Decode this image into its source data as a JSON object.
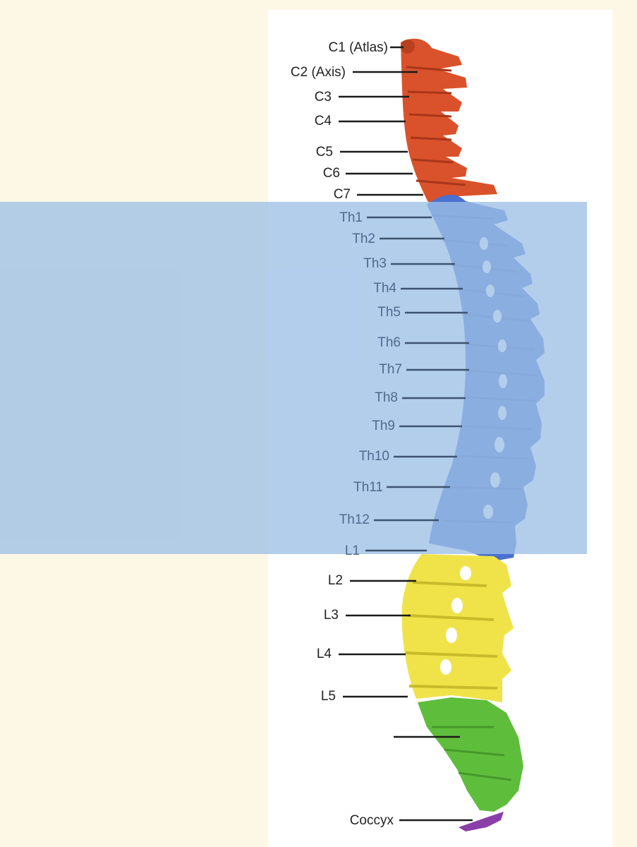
{
  "colors": {
    "background": "#fdf8e6",
    "panel": "#ffffff",
    "highlight_band": "#9dc0e6",
    "cervical": "#d9522b",
    "thoracic": "#4a70d0",
    "lumbar": "#f0e34a",
    "sacrum": "#5fbd3c",
    "coccyx": "#8a3fa8",
    "label_text": "#222222"
  },
  "highlighted_region": "thoracic",
  "labels": {
    "c1": "C1 (Atlas)",
    "c2": "C2 (Axis)",
    "c3": "C3",
    "c4": "C4",
    "c5": "C5",
    "c6": "C6",
    "c7": "C7",
    "th1": "Th1",
    "th2": "Th2",
    "th3": "Th3",
    "th4": "Th4",
    "th5": "Th5",
    "th6": "Th6",
    "th7": "Th7",
    "th8": "Th8",
    "th9": "Th9",
    "th10": "Th10",
    "th11": "Th11",
    "th12": "Th12",
    "l1": "L1",
    "l2": "L2",
    "l3": "L3",
    "l4": "L4",
    "l5": "L5",
    "sacrum": "",
    "coccyx": "Coccyx"
  }
}
